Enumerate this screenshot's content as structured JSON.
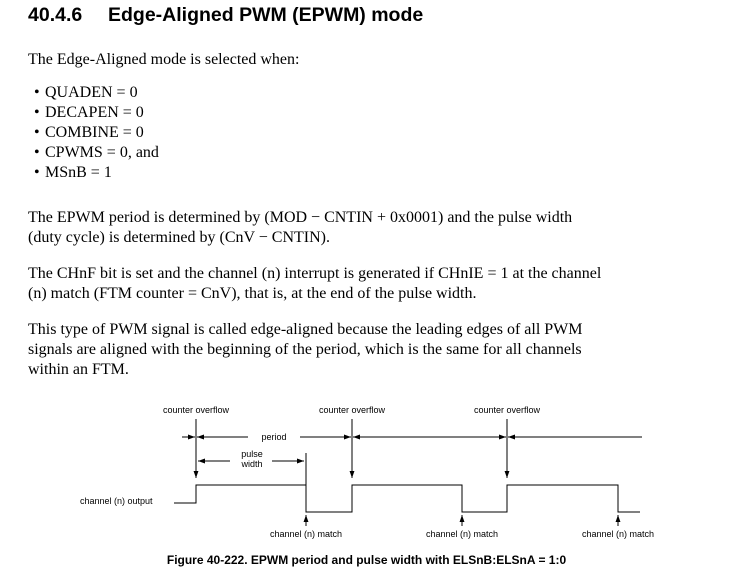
{
  "section": {
    "number": "40.4.6",
    "title": "Edge-Aligned PWM (EPWM) mode"
  },
  "intro": "The Edge-Aligned mode is selected when:",
  "conditions": [
    "QUADEN = 0",
    "DECAPEN = 0",
    "COMBINE = 0",
    "CPWMS = 0, and",
    "MSnB = 1"
  ],
  "paragraphs": [
    {
      "line1": "The EPWM period is determined by (MOD − CNTIN + 0x0001) and the pulse width",
      "line2": "(duty cycle) is determined by (CnV − CNTIN)."
    },
    {
      "line1": "The CHnF bit is set and the channel (n) interrupt is generated if CHnIE = 1 at the channel",
      "line2": "(n) match (FTM counter = CnV), that is, at the end of the pulse width."
    },
    {
      "line1": "This type of PWM signal is called edge-aligned because the leading edges of all PWM",
      "line2": "signals are aligned with the beginning of the period, which is the same for all channels",
      "line3": "within an FTM."
    }
  ],
  "figure": {
    "overflow_labels": [
      "counter overflow",
      "counter overflow",
      "counter overflow"
    ],
    "period_label": "period",
    "pulse_width_label": [
      "pulse",
      "width"
    ],
    "output_label": "channel (n) output",
    "match_labels": [
      "channel (n) match",
      "channel (n) match",
      "channel (n) match"
    ],
    "caption": "Figure 40-222. EPWM period and pulse width with ELSnB:ELSnA = 1:0"
  }
}
